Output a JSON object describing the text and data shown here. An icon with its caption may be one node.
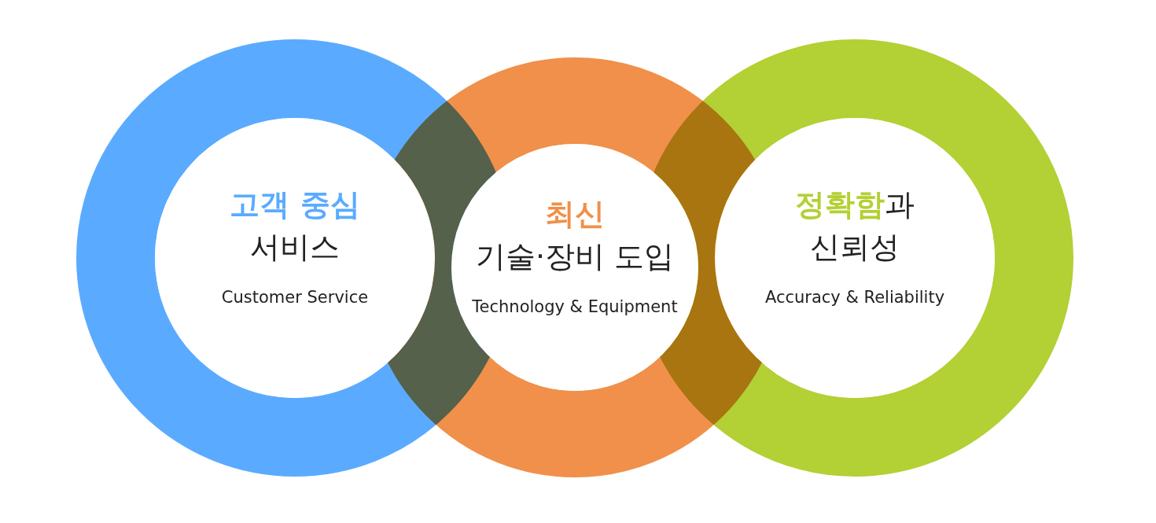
{
  "diagram": {
    "nodes": [
      {
        "text": [
          "**고객 중심** 서비스",
          "Customer Service"
        ]
      },
      {
        "text": [
          "**최신** 기술·장비 도입",
          "Technology & Equipment"
        ]
      },
      {
        "text": [
          "**정확함**과 신뢰성",
          "Accuracy & Reliability"
        ]
      }
    ]
  }
}
